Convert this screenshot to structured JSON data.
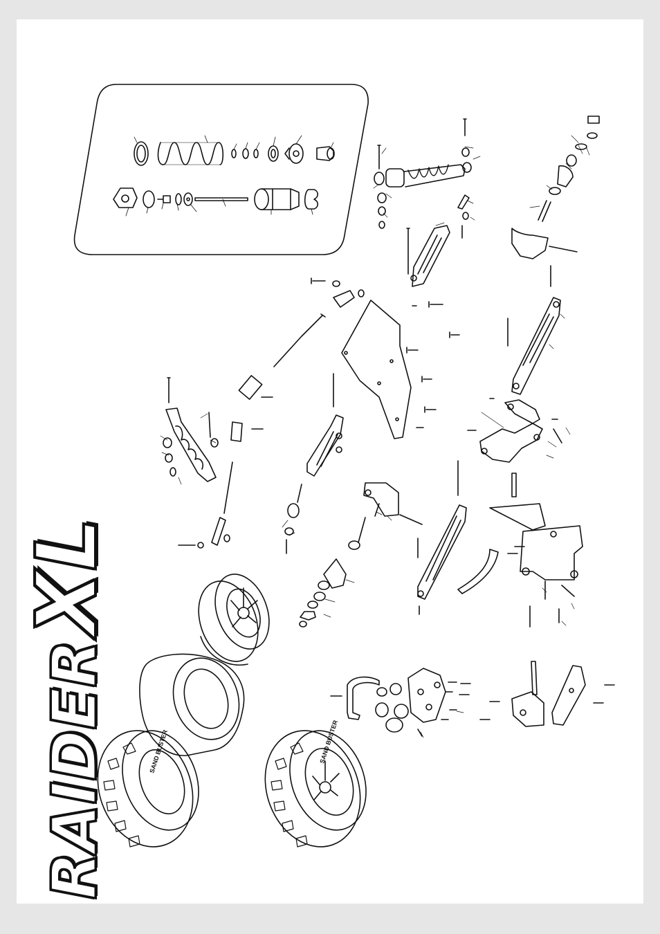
{
  "logo": {
    "main": "RAIDER",
    "suffix": "XL"
  },
  "tyre_text": {
    "brand": "SAND BUSTER"
  },
  "colors": {
    "page": "#ffffff",
    "background": "#e6e6e6",
    "line": "#111111"
  },
  "icons": [
    "shock-absorber-icon",
    "wheel-rim-icon",
    "tyre-icon",
    "foam-insert-icon",
    "screw-icon",
    "suspension-arm-icon",
    "chassis-plate-icon",
    "steering-knuckle-icon"
  ]
}
